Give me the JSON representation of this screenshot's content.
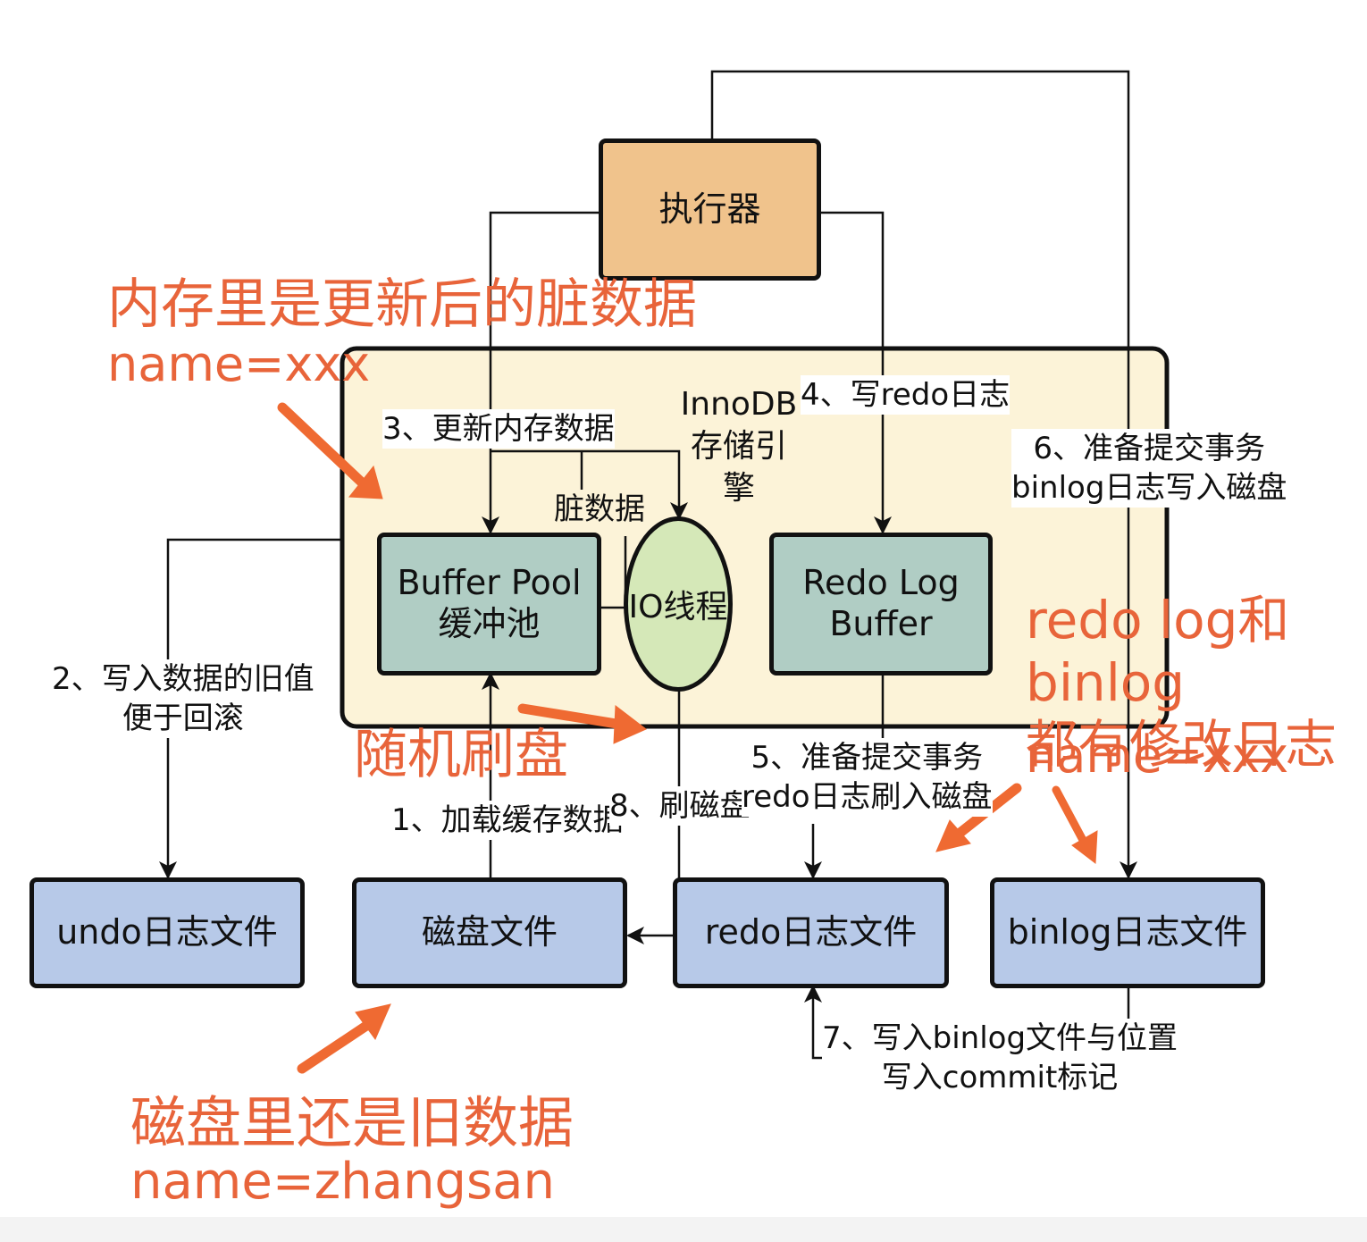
{
  "colors": {
    "executor_fill": "#f0c38c",
    "innodb_fill": "#fcf3d8",
    "memory_box_fill": "#b0cdc4",
    "io_fill": "#d5e8b8",
    "file_box_fill": "#b7c9e8",
    "annotation": "#e8643a",
    "line": "#111111"
  },
  "nodes": {
    "executor": "执行器",
    "innodb_title": "InnoDB\n存储引擎",
    "buffer_pool": "Buffer Pool\n缓冲池",
    "io_thread": "IO线程",
    "redo_log_buffer": "Redo Log\nBuffer",
    "undo_file": "undo日志文件",
    "disk_file": "磁盘文件",
    "redo_file": "redo日志文件",
    "binlog_file": "binlog日志文件"
  },
  "edge_labels": {
    "step1": "1、加载缓存数据",
    "step2": "2、写入数据的旧值\n便于回滚",
    "step3": "3、更新内存数据",
    "dirty": "脏数据",
    "step4": "4、写redo日志",
    "step5": "5、准备提交事务\nredo日志刷入磁盘",
    "step6": "6、准备提交事务\nbinlog日志写入磁盘",
    "step7": "7、写入binlog文件与位置\n写入commit标记",
    "step8": "8、刷磁盘"
  },
  "annotations": {
    "memory_title": "内存里是更新后的脏数据",
    "memory_value": "name=xxx",
    "random_flush": "随机刷盘",
    "logs_title": "redo log和binlog\n都有修改日志",
    "logs_value": "name=xxx",
    "disk_title": "磁盘里还是旧数据",
    "disk_value": "name=zhangsan"
  }
}
